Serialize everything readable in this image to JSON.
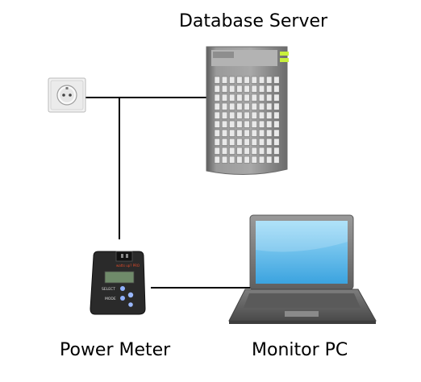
{
  "labels": {
    "server": "Database Server",
    "power_meter": "Power Meter",
    "monitor_pc": "Monitor PC"
  },
  "device_text": {
    "meter_brand": "watts up? PRO",
    "meter_select": "SELECT",
    "meter_mode": "MODE"
  },
  "colors": {
    "wire": "#000000",
    "server_body": "#8c8c8c",
    "server_led": "#c8f03c",
    "screen": "#6cc4ef",
    "laptop_frame": "#7a7a7a",
    "meter_body": "#2a2a2a"
  }
}
